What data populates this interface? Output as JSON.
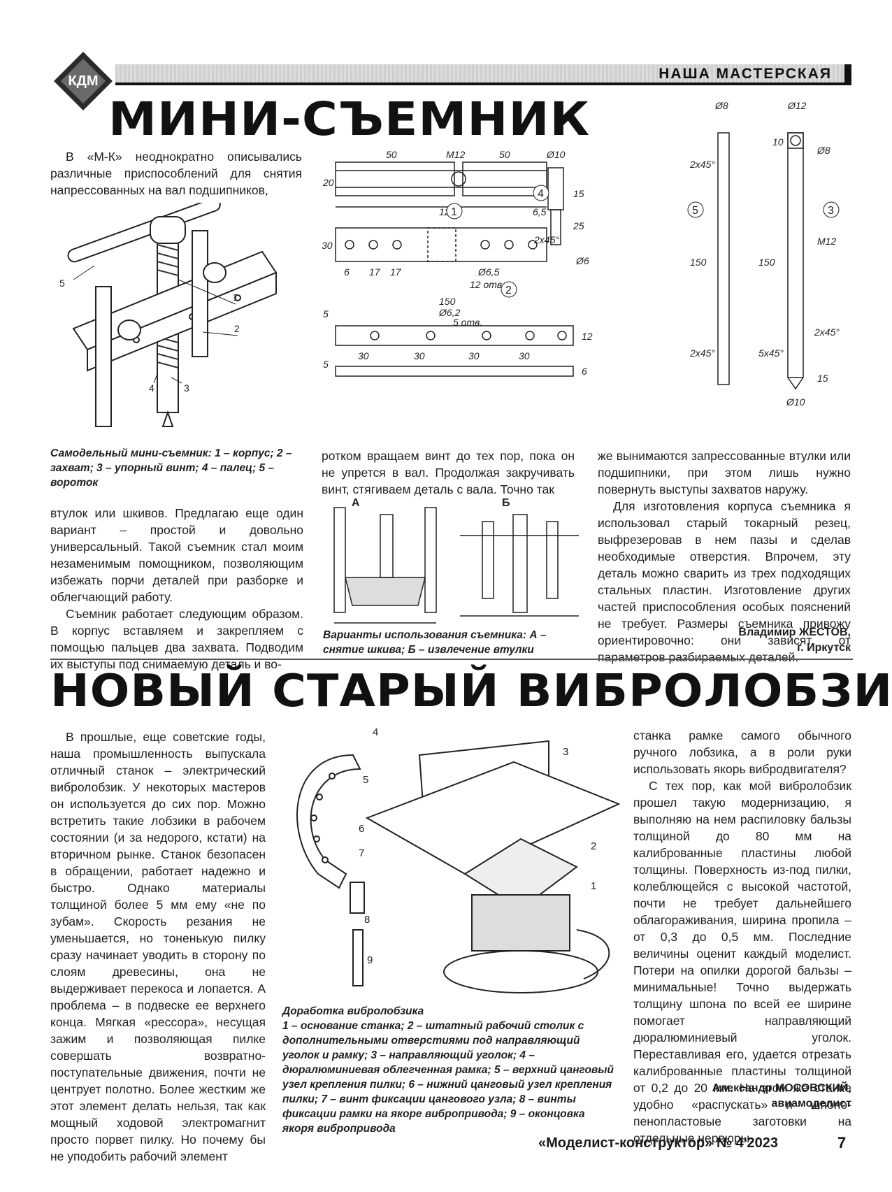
{
  "header": {
    "logo_text": "КДМ",
    "rubric": "НАША МАСТЕРСКАЯ"
  },
  "article1": {
    "title": "МИНИ-СЪЕМНИК",
    "intro": "В «М-К» неоднократно описывались различные приспособлений для снятия напрессованных на вал подшипников,",
    "figure_caption": "Самодельный мини-съемник: 1 – корпус; 2 – захват; 3 – упорный винт; 4 – палец; 5 – вороток",
    "col1_p1": "втулок или шкивов. Предлагаю еще один вариант – простой и довольно универсальный. Такой съемник стал моим незаменимым помощником, позволяющим избежать порчи деталей при разборке и облегчающий работу.",
    "col1_p2": "Съемник работает следующим образом. В корпус вставляем и закрепляем с помощью пальцев два захвата. Подводим их выступы под снимаемую деталь и во-",
    "col2_text": "ротком вращаем винт до тех пор, пока он не упрется в вал. Продолжая закручивать винт, стягиваем деталь с вала. Точно так",
    "usage_caption": "Варианты использования съемника: А – снятие шкива; Б – извлечение втулки",
    "col3_p1": "же вынимаются запрессованные втулки или подшипники, при этом лишь нужно повернуть выступы захватов наружу.",
    "col3_p2": "Для изготовления корпуса съемника я использовал старый токарный резец, выфрезеровав в нем пазы и сделав необходимые отверстия. Впрочем, эту деталь можно сварить из трех подходящих стальных пластин. Изготовление других частей приспособления особых пояснений не требует. Размеры съемника привожу ориентировочно: они зависят от параметров разбираемых деталей.",
    "author": "Владимир ЖЕСТОВ,",
    "city": "г. Иркутск",
    "drawing": {
      "d50": "50",
      "dm12": "M12",
      "d20": "20",
      "d120": "120",
      "d65": "6,5",
      "d30": "30",
      "d6": "6",
      "d17": "17",
      "d65hole": "Ø6,5",
      "holes12": "12 отв.",
      "d150": "150",
      "d62": "Ø6,2",
      "holes5": "5 отв.",
      "d5": "5",
      "d12": "12",
      "d10": "Ø10",
      "d15": "15",
      "d25": "25",
      "dch": "2x45°",
      "d6rod": "Ø6",
      "d8": "Ø8",
      "d12top": "Ø12",
      "d10a": "10",
      "d8b": "Ø8",
      "dm12b": "M12",
      "dch5": "5x45°",
      "d10b": "Ø10",
      "n1": "1",
      "n2": "2",
      "n3": "3",
      "n4": "4",
      "n5": "5"
    },
    "usage_labels": {
      "a": "А",
      "b": "Б"
    },
    "pull_labels": [
      "1",
      "2",
      "3",
      "4",
      "5"
    ]
  },
  "article2": {
    "title": "НОВЫЙ СТАРЫЙ ВИБРОЛОБЗИК",
    "col1_p1": "В прошлые, еще советские годы, наша промышленность выпускала отличный станок – электрический вибролобзик. У некоторых мастеров он используется до сих пор. Можно встретить такие лобзики в рабочем состоянии (и за недорого, кстати) на вторичном рынке. Станок безопасен в обращении, работает надежно и быстро. Однако материалы толщиной более 5 мм ему «не по зубам». Скорость резания не уменьшается, но тоненькую пилку сразу начинает уводить в сторону по слоям древесины, она не выдерживает перекоса и лопается. А проблема – в подвеске ее верхнего конца. Мягкая «рессора», несущая зажим и позволяющая пилке совершать возвратно-поступательные движения, почти не центрует полотно. Более жестким же этот элемент делать нельзя, так как мощный ходовой электромагнит просто порвет пилку. Но почему бы не уподобить рабочий элемент",
    "figure_caption_title": "Доработка вибролобзика",
    "figure_caption": "1 – основание станка; 2 – штатный рабочий столик с дополнительными отверстиями под направляющий уголок и рамку; 3 – направляющий уголок; 4 – дюралюминиевая облегченная рамка; 5 – верхний цанговый узел крепления пилки; 6 – нижний цанговый узел крепления пилки; 7 – винт фиксации цангового узла; 8 – винты фиксации рамки на якоре вибропривода; 9 – оконцовка якоря вибропривода",
    "col3_p1": "станка рамке самого обычного ручного лобзика, а в роли руки использовать якорь вибродвигателя?",
    "col3_p2": "С тех пор, как мой вибролобзик прошел такую модернизацию, я выполняю на нем распиловку бальзы толщиной до 80 мм на калиброванные пластины любой толщины. Поверхность из-под пилки, колеблющейся с высокой частотой, почти не требует дальнейшего облагораживания, ширина пропила – от 0,3 до 0,5 мм. Последние величины оценит каждый моделист. Потери на опилки дорогой бальзы – минимальные! Точно выдержать толщину шпона по всей ее ширине помогает направляющий дюралюминиевый уголок. Переставливая его, удается отрезать калиброванные пластины толщиной от 0,2 до 20 мм. На этом же станке удобно «распускать» и шпоно-пенопластовые заготовки на отдельные нервюры.",
    "author": "Александр МОСОВСКИЙ,",
    "author_role": "авиамоделист",
    "part_labels": [
      "1",
      "2",
      "3",
      "4",
      "5",
      "6",
      "7",
      "8",
      "9"
    ]
  },
  "footer": {
    "journal": "«Моделист-конструктор» № 4'2023",
    "page": "7"
  }
}
